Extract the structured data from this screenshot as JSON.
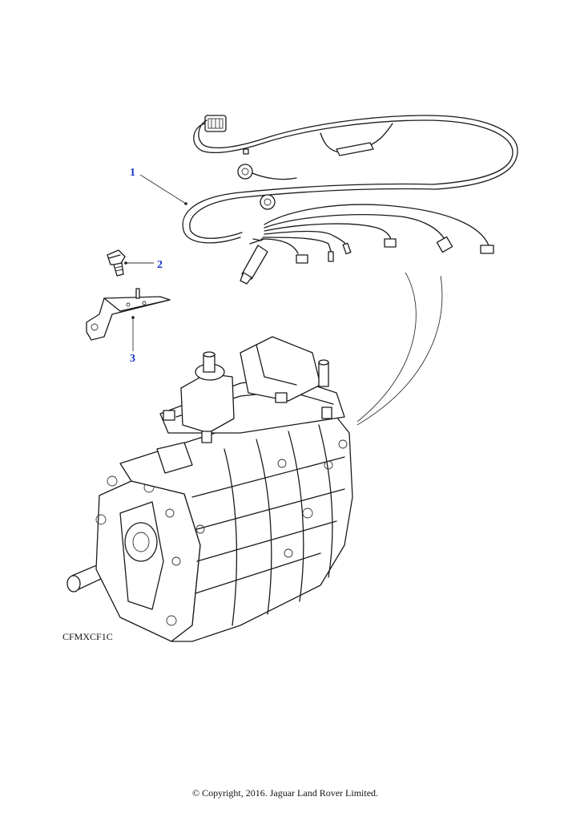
{
  "callouts": [
    {
      "label": "1"
    },
    {
      "label": "2"
    },
    {
      "label": "3"
    }
  ],
  "illustration_code": "CFMXCF1C",
  "copyright": "© Copyright, 2016. Jaguar Land Rover Limited.",
  "colors": {
    "callout": "#1a35c8",
    "line": "#1a1a1a",
    "background": "#ffffff"
  }
}
